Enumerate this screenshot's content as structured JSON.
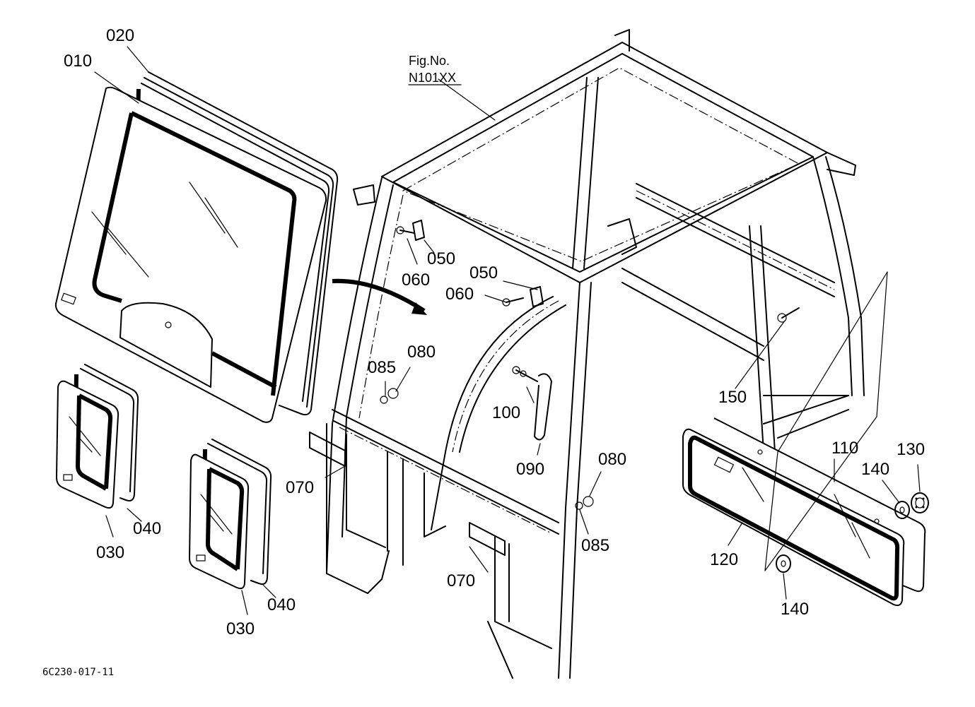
{
  "figure_ref": {
    "line1": "Fig.No.",
    "line2": "N101XX"
  },
  "drawing_code": "6C230-017-11",
  "callouts": {
    "c010": "010",
    "c020": "020",
    "c030a": "030",
    "c030b": "030",
    "c040a": "040",
    "c040b": "040",
    "c050a": "050",
    "c050b": "050",
    "c060a": "060",
    "c060b": "060",
    "c070a": "070",
    "c070b": "070",
    "c080a": "080",
    "c080b": "080",
    "c085a": "085",
    "c085b": "085",
    "c090": "090",
    "c100": "100",
    "c110": "110",
    "c120": "120",
    "c130": "130",
    "c140a": "140",
    "c140b": "140",
    "c150": "150"
  }
}
